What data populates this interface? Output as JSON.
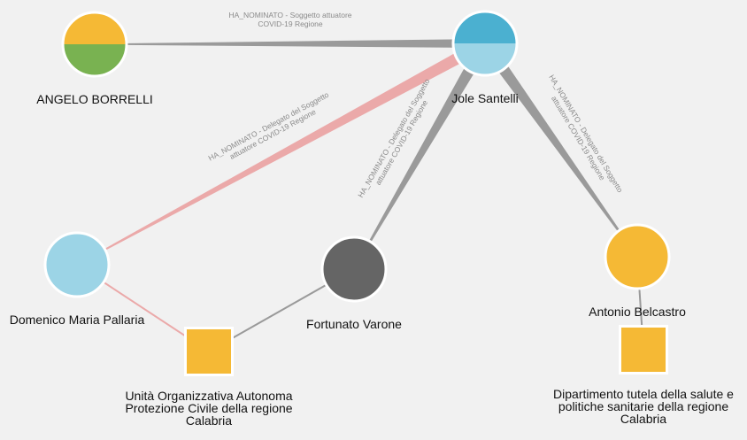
{
  "colors": {
    "background": "#f1f1f1",
    "yellow": "#f5b935",
    "green": "#79b251",
    "blue_dark": "#4bb0d0",
    "blue_light": "#9cd4e6",
    "gray_dark": "#656565",
    "edge_gray": "#9a9a9a",
    "edge_pink": "#eba9a9",
    "label_gray": "#8a8a8a"
  },
  "nodes": {
    "angelo": {
      "label": [
        "ANGELO BORRELLI"
      ],
      "shape": "circle",
      "fill_top": "#f5b935",
      "fill_bottom": "#79b251"
    },
    "jole": {
      "label": [
        "Jole Santelli"
      ],
      "shape": "circle",
      "fill_top": "#4bb0d0",
      "fill_bottom": "#9cd4e6"
    },
    "domenico": {
      "label": [
        "Domenico Maria Pallaria"
      ],
      "shape": "circle",
      "fill": "#9cd4e6"
    },
    "fortunato": {
      "label": [
        "Fortunato Varone"
      ],
      "shape": "circle",
      "fill": "#656565"
    },
    "antonio": {
      "label": [
        "Antonio Belcastro"
      ],
      "shape": "circle",
      "fill": "#f5b935"
    },
    "unita": {
      "label": [
        "Unità Organizzativa Autonoma",
        "Protezione Civile della regione",
        "Calabria"
      ],
      "shape": "square",
      "fill": "#f5b935"
    },
    "dipartimento": {
      "label": [
        "Dipartimento tutela della salute e",
        "politiche sanitarie della regione",
        "Calabria"
      ],
      "shape": "square",
      "fill": "#f5b935"
    }
  },
  "edges": {
    "angelo_jole": {
      "label": [
        "HA_NOMINATO - Soggetto attuatore",
        "COVID-19 Regione"
      ],
      "color": "#9a9a9a"
    },
    "domenico_jole": {
      "label": [
        "HA_NOMINATO - Delegato del Soggetto",
        "attuatore COVID-19 Regione"
      ],
      "color": "#eba9a9"
    },
    "fortunato_jole": {
      "label": [
        "HA_NOMINATO - Delegato del Soggetto",
        "attuatore COVID-19 Regione"
      ],
      "color": "#9a9a9a"
    },
    "antonio_jole": {
      "label": [
        "HA_NOMINATO - Delegato del Soggetto",
        "attuatore COVID-19 Regione"
      ],
      "color": "#9a9a9a"
    },
    "domenico_unita": {
      "label": [],
      "color": "#eba9a9"
    },
    "fortunato_unita": {
      "label": [],
      "color": "#9a9a9a"
    },
    "antonio_dipartimento": {
      "label": [],
      "color": "#9a9a9a"
    }
  }
}
